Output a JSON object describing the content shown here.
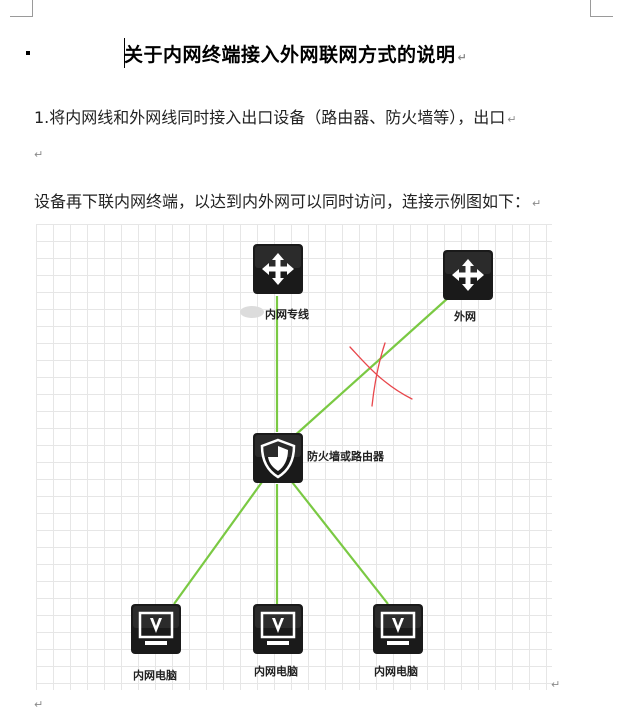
{
  "document": {
    "title": "关于内网终端接入外网联网方式的说明",
    "paragraph1": "1.将内网线和外网线同时接入出口设备（路由器、防火墙等），出口",
    "paragraph2": "设备再下联内网终端，以达到内外网可以同时访问，连接示例图如下：",
    "paragraph_mark": "↵"
  },
  "diagram": {
    "nodes": {
      "intranet_line": {
        "label": "内网专线",
        "icon": "router-icon"
      },
      "internet": {
        "label": "外网",
        "icon": "router-icon"
      },
      "firewall": {
        "label": "防火墙或路由器",
        "icon": "shield-icon"
      },
      "pc_left": {
        "label": "内网电脑",
        "icon": "monitor-icon"
      },
      "pc_center": {
        "label": "内网电脑",
        "icon": "monitor-icon"
      },
      "pc_right": {
        "label": "内网电脑",
        "icon": "monitor-icon"
      }
    },
    "link_color": "#7ac943",
    "cross_mark_color": "#e8474c",
    "icon_background": "#1a1a1a"
  }
}
